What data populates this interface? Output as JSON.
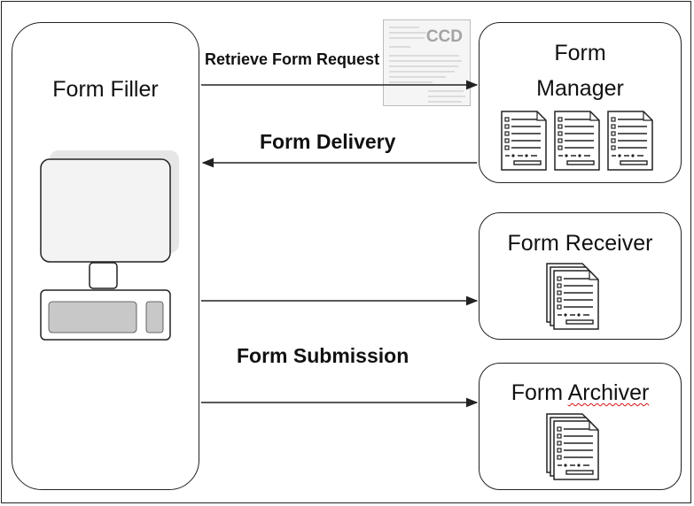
{
  "form_filler": {
    "title": "Form Filler"
  },
  "form_manager": {
    "title_line1": "Form",
    "title_line2": "Manager"
  },
  "form_receiver": {
    "title": "Form Receiver"
  },
  "form_archiver": {
    "title_prefix": "Form ",
    "title_word": "Archiver"
  },
  "arrows": {
    "retrieve": "Retrieve Form Request",
    "delivery": "Form Delivery",
    "submission": "Form Submission"
  },
  "ccd_document": {
    "label": "CCD"
  },
  "colors": {
    "stroke": "#222222",
    "monitor_fill": "#e6e6e6",
    "key_fill": "#c8c8c8",
    "squiggle": "#dd1111"
  }
}
